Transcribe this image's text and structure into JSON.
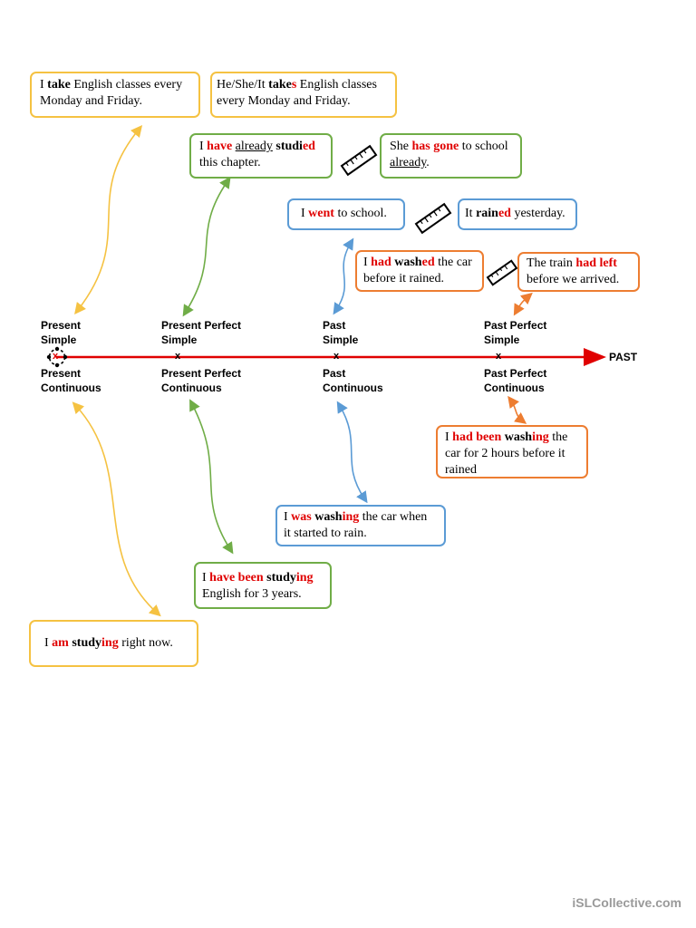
{
  "timeline": {
    "arrow_label": "PAST",
    "line_color": "#e00000",
    "tense_labels": {
      "present_simple": [
        "Present",
        "Simple"
      ],
      "present_continuous": [
        "Present",
        "Continuous"
      ],
      "present_perfect_simple": [
        "Present Perfect",
        "Simple"
      ],
      "present_perfect_continuous": [
        "Present Perfect",
        "Continuous"
      ],
      "past_simple": [
        "Past",
        "Simple"
      ],
      "past_continuous": [
        "Past",
        "Continuous"
      ],
      "past_perfect_simple": [
        "Past Perfect",
        "Simple"
      ],
      "past_perfect_continuous": [
        "Past Perfect",
        "Continuous"
      ]
    },
    "marker": "x"
  },
  "examples": {
    "present_simple_i": [
      "I ",
      "take",
      " English classes every Monday and Friday."
    ],
    "present_simple_he": [
      "He/She/It ",
      "take",
      "s",
      " English classes every Monday and Friday."
    ],
    "present_perfect_i": [
      "I ",
      "have",
      " ",
      "already",
      " ",
      "studi",
      "ed",
      " this chapter."
    ],
    "present_perfect_she": [
      "She ",
      "has gone",
      " to school ",
      "already",
      "."
    ],
    "past_simple_i": [
      "I ",
      "went",
      " to school."
    ],
    "past_simple_it": [
      "It ",
      "rain",
      "ed",
      " yesterday."
    ],
    "past_perfect_i": [
      "I ",
      "had",
      " ",
      "wash",
      "ed",
      " the car before it rained."
    ],
    "past_perfect_train": [
      "The train ",
      "had left",
      " before we arrived."
    ],
    "past_perfect_cont": [
      "I ",
      "had been",
      " ",
      "wash",
      "ing",
      " the car for 2 hours before it rained"
    ],
    "past_cont": [
      "I ",
      "was",
      " ",
      "wash",
      "ing",
      " the car when it started to rain."
    ],
    "present_perfect_cont": [
      "I ",
      "have been",
      " ",
      "study",
      "ing",
      " English for 3 years."
    ],
    "present_cont": [
      "I ",
      "am",
      " ",
      "study",
      "ing",
      " right now."
    ]
  },
  "icons": [
    "ruler-icon",
    "ruler-icon",
    "ruler-icon",
    "target-icon"
  ],
  "colors": {
    "yellow": "#f5c242",
    "green": "#70ad47",
    "blue": "#5b9bd5",
    "orange": "#ed7d31",
    "red": "#e00000"
  },
  "watermark": "iSLCollective.com"
}
